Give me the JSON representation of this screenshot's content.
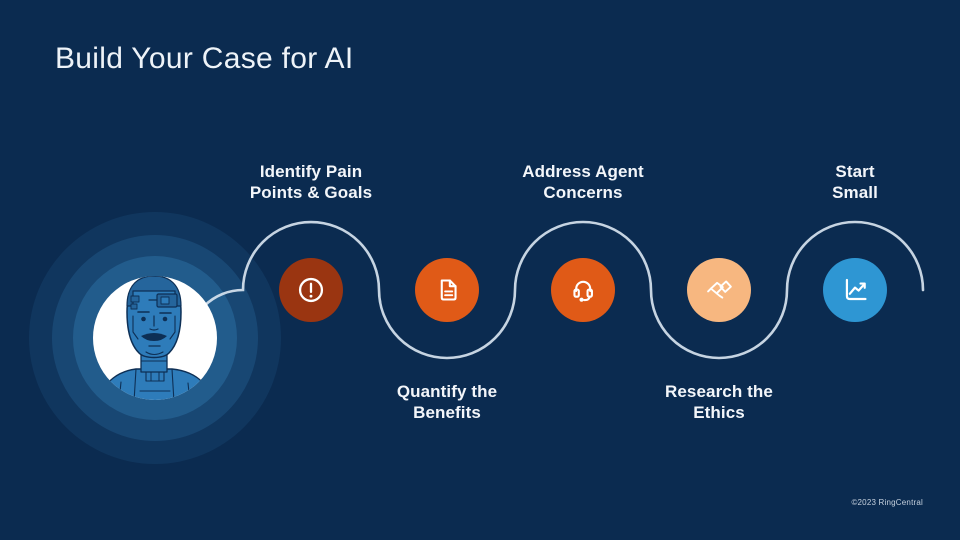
{
  "slide": {
    "title": "Build Your Case for AI",
    "footer": "©2023 RingCentral",
    "background_color": "#0b2b50",
    "wave_line_color": "#d7e3ef",
    "avatar_icon": "robot-head-avatar"
  },
  "steps": [
    {
      "label": "Identify Pain\nPoints & Goals",
      "icon": "alert-icon",
      "circle_color": "#9a3511"
    },
    {
      "label": "Quantify the\nBenefits",
      "icon": "document-icon",
      "circle_color": "#e05a17"
    },
    {
      "label": "Address Agent\nConcerns",
      "icon": "headset-icon",
      "circle_color": "#e05a17"
    },
    {
      "label": "Research the\nEthics",
      "icon": "handshake-icon",
      "circle_color": "#f7b780"
    },
    {
      "label": "Start\nSmall",
      "icon": "line-chart-icon",
      "circle_color": "#2e96d3"
    }
  ]
}
